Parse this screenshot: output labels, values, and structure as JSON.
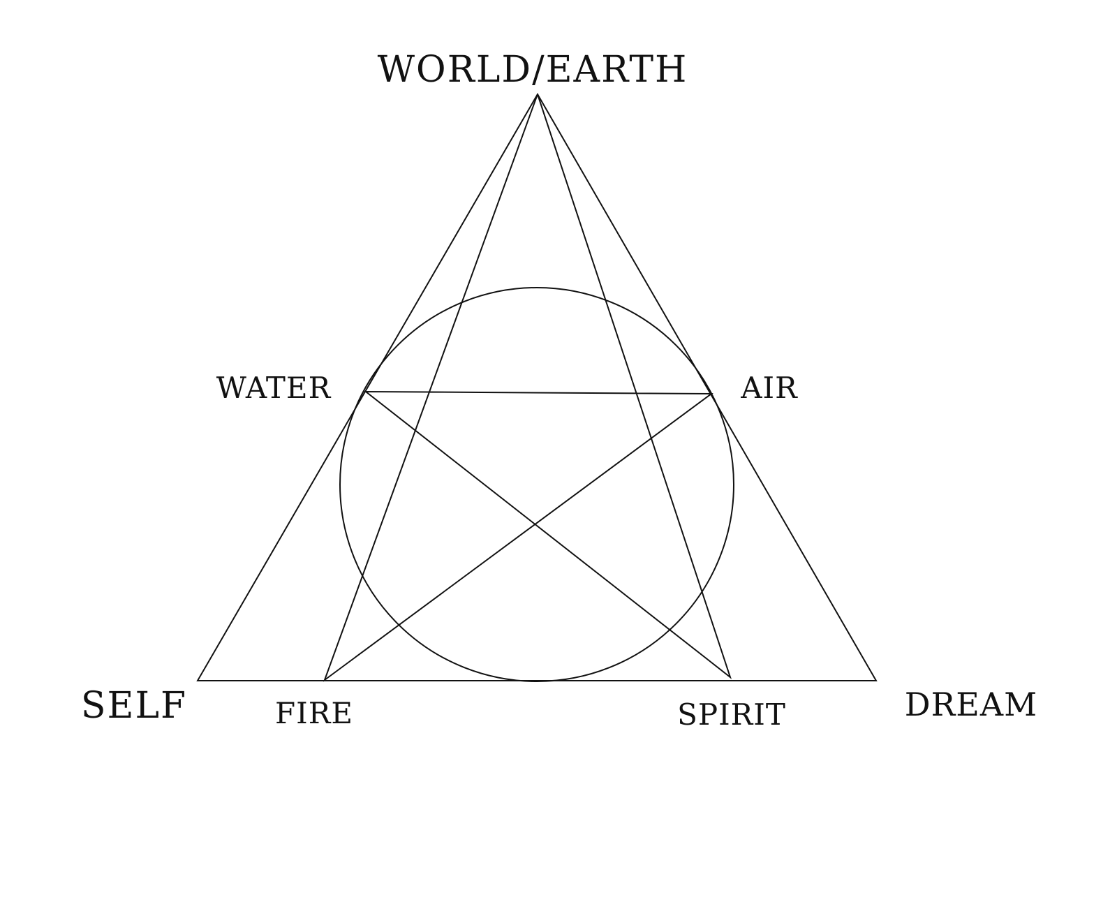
{
  "diagram": {
    "labels": {
      "top": "WORLD/EARTH",
      "water": "WATER",
      "air": "AIR",
      "self": "SELF",
      "fire": "FIRE",
      "spirit": "SPIRIT",
      "dream": "DREAM"
    },
    "stroke_color": "#111111",
    "background": "#ffffff"
  }
}
